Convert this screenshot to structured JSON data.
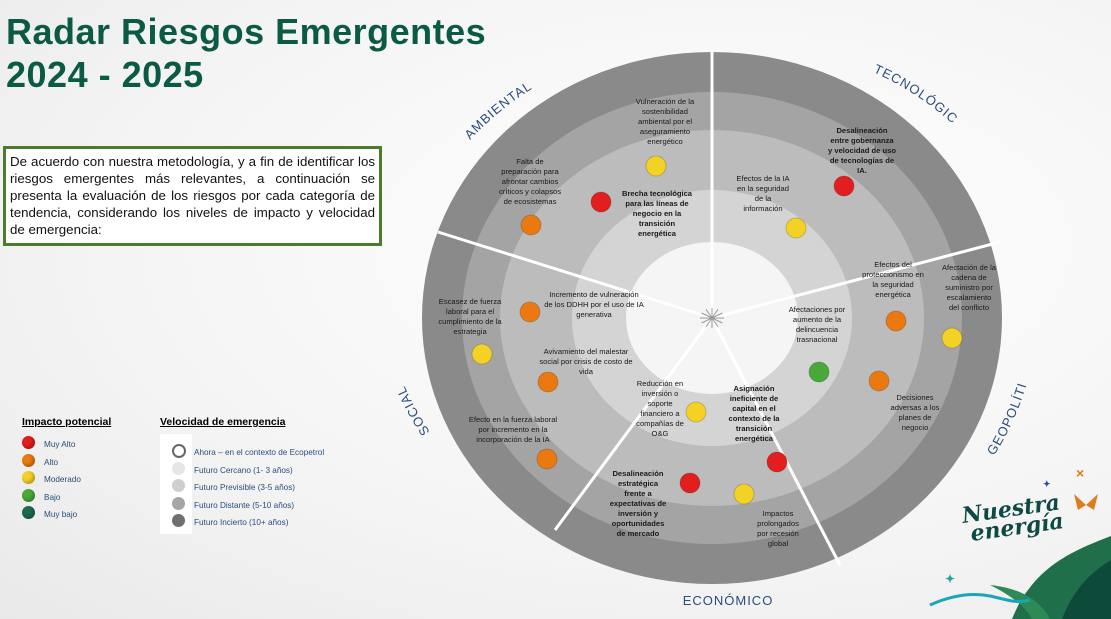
{
  "title": {
    "line1": "Radar Riesgos Emergentes",
    "line2": "2024 - 2025"
  },
  "intro": "De acuerdo con nuestra metodología, y a fin de identificar los riesgos emergentes más relevantes, a continuación se presenta la evaluación de los riesgos por cada categoría de tendencia, considerando los niveles de impacto y velocidad de emergencia:",
  "categories": [
    "AMBIENTAL",
    "TECNOLÓGICO",
    "SOCIAL",
    "GEOPOLÍTICO",
    "ECONÓMICO"
  ],
  "colors": {
    "title_green": "#0b5a45",
    "muy_alto": "#e31e1e",
    "alto": "#ea7a10",
    "moderado": "#f3d225",
    "bajo": "#4aa83a",
    "muy_bajo": "#1d6b4e",
    "ring1": "#8a8a8a",
    "ring2": "#a4a4a4",
    "ring3": "#bcbcbc",
    "ring4": "#d4d4d4",
    "center": "#f5f5f5",
    "category_blue": "#2a4d7a"
  },
  "risks": [
    {
      "lines": [
        "Vulneración de la",
        "sostenibilidad",
        "ambiental por el",
        "aseguramiento",
        "energético"
      ],
      "bold": false,
      "level": "moderado"
    },
    {
      "lines": [
        "Falta de",
        "preparación para",
        "afrontar cambios",
        "críticos y colapsos",
        "de ecosistemas"
      ],
      "bold": false,
      "level": "alto"
    },
    {
      "lines": [
        "Brecha tecnológica",
        "para las líneas de",
        "negocio en la",
        "transición",
        "energética"
      ],
      "bold": true,
      "level": "muy_alto"
    },
    {
      "lines": [
        "Desalineación",
        "entre gobernanza",
        "y velocidad de uso",
        "de tecnologías de",
        "IA."
      ],
      "bold": true,
      "level": "muy_alto"
    },
    {
      "lines": [
        "Efectos de la IA",
        "en la seguridad",
        "de la",
        "información"
      ],
      "bold": false,
      "level": "moderado"
    },
    {
      "lines": [
        "Efectos del",
        "proteccionismo en",
        "la seguridad",
        "energética"
      ],
      "bold": false,
      "level": "alto"
    },
    {
      "lines": [
        "Afectación de la",
        "cadena de",
        "suministro por",
        "escalamiento",
        "del conflicto"
      ],
      "bold": false,
      "level": "moderado"
    },
    {
      "lines": [
        "Afectaciones por",
        "aumento de la",
        "delincuencia",
        "trasnacional"
      ],
      "bold": false,
      "level": "bajo"
    },
    {
      "lines": [
        "Decisiones",
        "adversas a los",
        "planes de",
        "negocio"
      ],
      "bold": false,
      "level": "alto"
    },
    {
      "lines": [
        "Incremento de vulneración",
        "de los DDHH por el uso de IA",
        "generativa"
      ],
      "bold": false,
      "level": "alto"
    },
    {
      "lines": [
        "Escasez de fuerza",
        "laboral para el",
        "cumplimiento de la",
        "estrategia"
      ],
      "bold": false,
      "level": "moderado"
    },
    {
      "lines": [
        "Avivamiento del malestar",
        "social por crisis de costo de",
        "vida"
      ],
      "bold": false,
      "level": "alto"
    },
    {
      "lines": [
        "Efecto en la fuerza laboral",
        "por incremento en la",
        "incorporación de la IA"
      ],
      "bold": false,
      "level": "alto"
    },
    {
      "lines": [
        "Reducción en",
        "inversión o",
        "soporte",
        "financiero a",
        "compañías de",
        "O&G"
      ],
      "bold": false,
      "level": "moderado"
    },
    {
      "lines": [
        "Asignación",
        "ineficiente de",
        "capital en el",
        "contexto de la",
        "transición",
        "energética"
      ],
      "bold": true,
      "level": "muy_alto"
    },
    {
      "lines": [
        "Desalineación",
        "estratégica",
        "frente a",
        "expectativas de",
        "inversión y",
        "oportunidades",
        "de mercado"
      ],
      "bold": true,
      "level": "muy_alto"
    },
    {
      "lines": [
        "Impactos",
        "prolongados",
        "por recesión",
        "global"
      ],
      "bold": false,
      "level": "moderado"
    }
  ],
  "legend_impact": {
    "title": "Impacto potencial",
    "items": [
      {
        "label": "Muy Alto",
        "level": "muy_alto"
      },
      {
        "label": "Alto",
        "level": "alto"
      },
      {
        "label": "Moderado",
        "level": "moderado"
      },
      {
        "label": "Bajo",
        "level": "bajo"
      },
      {
        "label": "Muy bajo",
        "level": "muy_bajo"
      }
    ]
  },
  "legend_speed": {
    "title": "Velocidad de emergencia",
    "items": [
      {
        "label": "Ahora – en el contexto de Ecopetrol",
        "swatch": "outline"
      },
      {
        "label": "Futuro Cercano (1- 3 años)",
        "swatch": "#e6e6e6"
      },
      {
        "label": "Futuro Previsible (3-5 años)",
        "swatch": "#cfcfcf"
      },
      {
        "label": "Futuro Distante (5-10 años)",
        "swatch": "#a5a5a5"
      },
      {
        "label": "Futuro Incierto  (10+ años)",
        "swatch": "#707070"
      }
    ]
  },
  "logo": {
    "line1": "Nuestra",
    "line2": "energía"
  }
}
